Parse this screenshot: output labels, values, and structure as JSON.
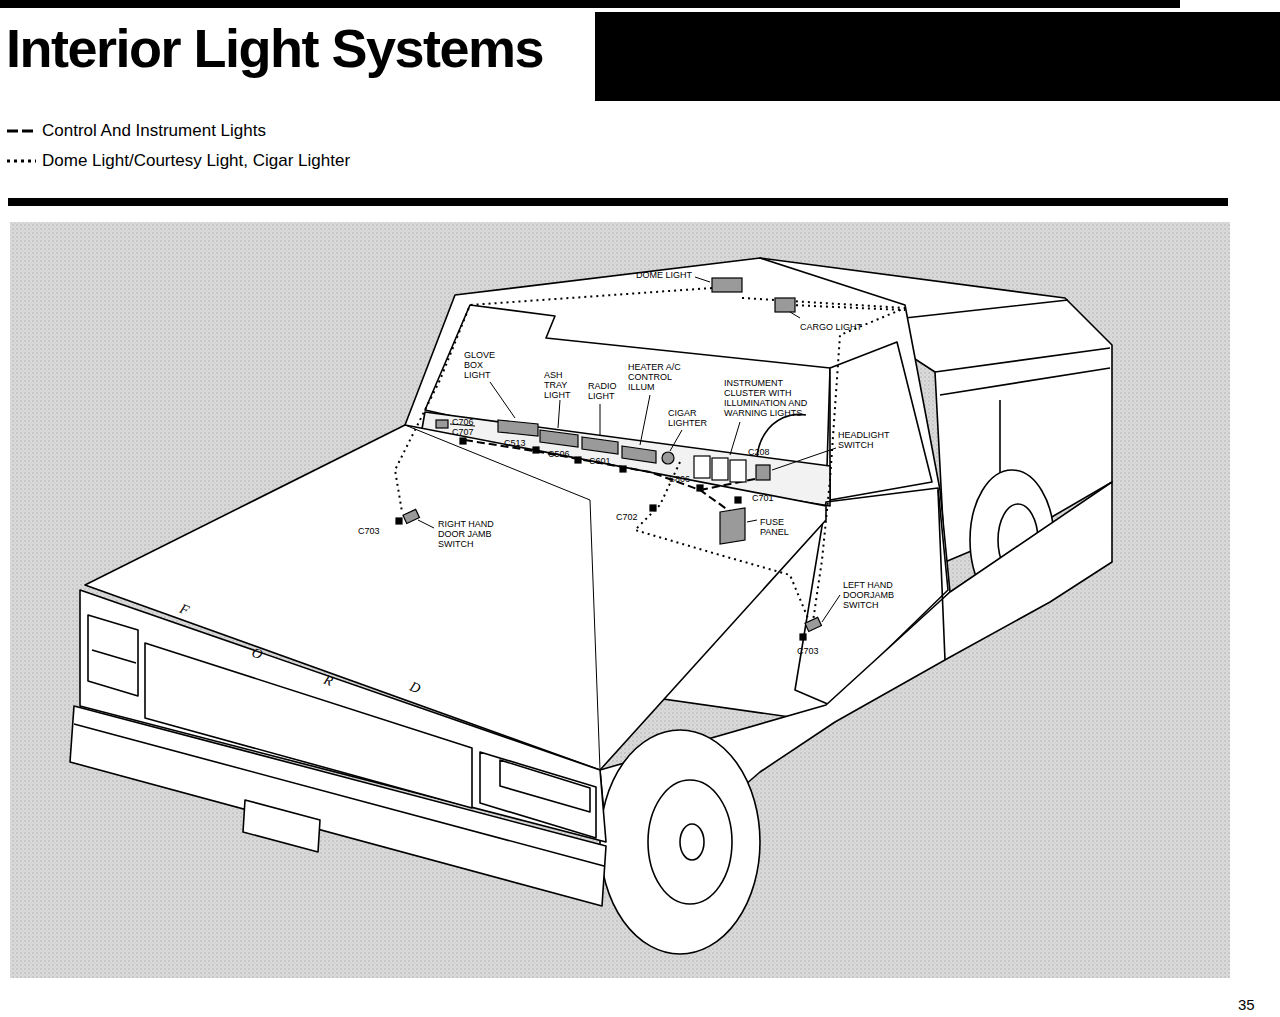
{
  "diagram": {
    "title": "Interior Light Systems",
    "labels": [
      "DOME LIGHT",
      "CARGO LIGHT",
      "GLOVE BOX LIGHT",
      "ASH TRAY LIGHT",
      "RADIO LIGHT",
      "HEATER A/C CONTROL ILLUM",
      "INSTRUMENT CLUSTER WITH ILLUMINATION AND WARNING LIGHTS",
      "CIGAR LIGHTER",
      "HEADLIGHT SWITCH",
      "C706",
      "C707",
      "C513",
      "C506",
      "C601",
      "S806",
      "C208",
      "C701",
      "C702",
      "FUSE PANEL",
      "C703",
      "RIGHT HAND DOOR JAMB SWITCH",
      "LEFT HAND DOORJAMB SWITCH",
      "C703",
      "F",
      "O",
      "R",
      "D",
      "35"
    ],
    "legend": [
      {
        "text": "Control And Instrument Lights"
      },
      {
        "text": "Dome Light/Courtesy Light, Cigar Lighter"
      }
    ]
  }
}
